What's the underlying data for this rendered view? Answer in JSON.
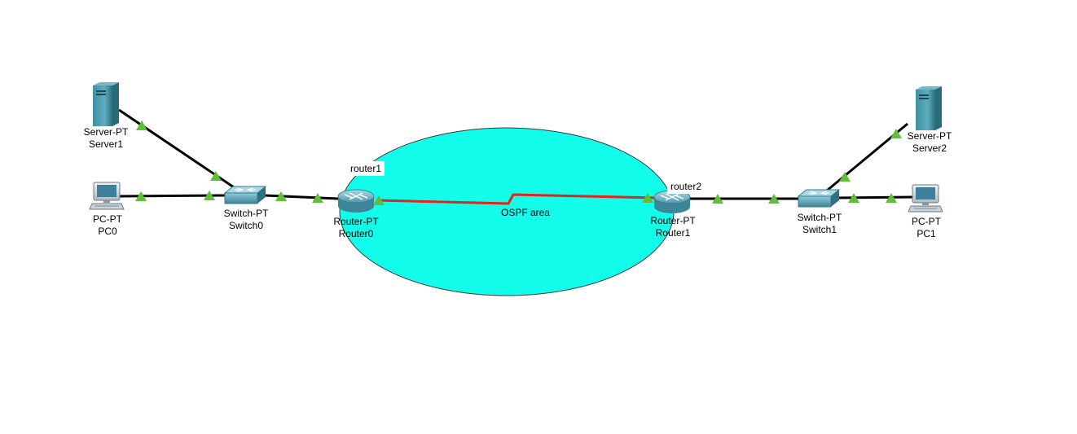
{
  "diagram": {
    "area_label": "OSPF area",
    "area_color": "#13fdeb",
    "link_color": "#000000",
    "serial_link_color": "#e3241c",
    "link_status_color": "#5fbf3a",
    "notes": {
      "router1": "router1",
      "router2": "router2"
    },
    "devices": {
      "server1": {
        "type": "Server-PT",
        "name": "Server1",
        "icon": "server-icon"
      },
      "pc0": {
        "type": "PC-PT",
        "name": "PC0",
        "icon": "pc-icon"
      },
      "switch0": {
        "type": "Switch-PT",
        "name": "Switch0",
        "icon": "switch-icon"
      },
      "router0": {
        "type": "Router-PT",
        "name": "Router0",
        "icon": "router-icon"
      },
      "router1": {
        "type": "Router-PT",
        "name": "Router1",
        "icon": "router-icon"
      },
      "switch1": {
        "type": "Switch-PT",
        "name": "Switch1",
        "icon": "switch-icon"
      },
      "server2": {
        "type": "Server-PT",
        "name": "Server2",
        "icon": "server-icon"
      },
      "pc1": {
        "type": "PC-PT",
        "name": "PC1",
        "icon": "pc-icon"
      }
    }
  }
}
